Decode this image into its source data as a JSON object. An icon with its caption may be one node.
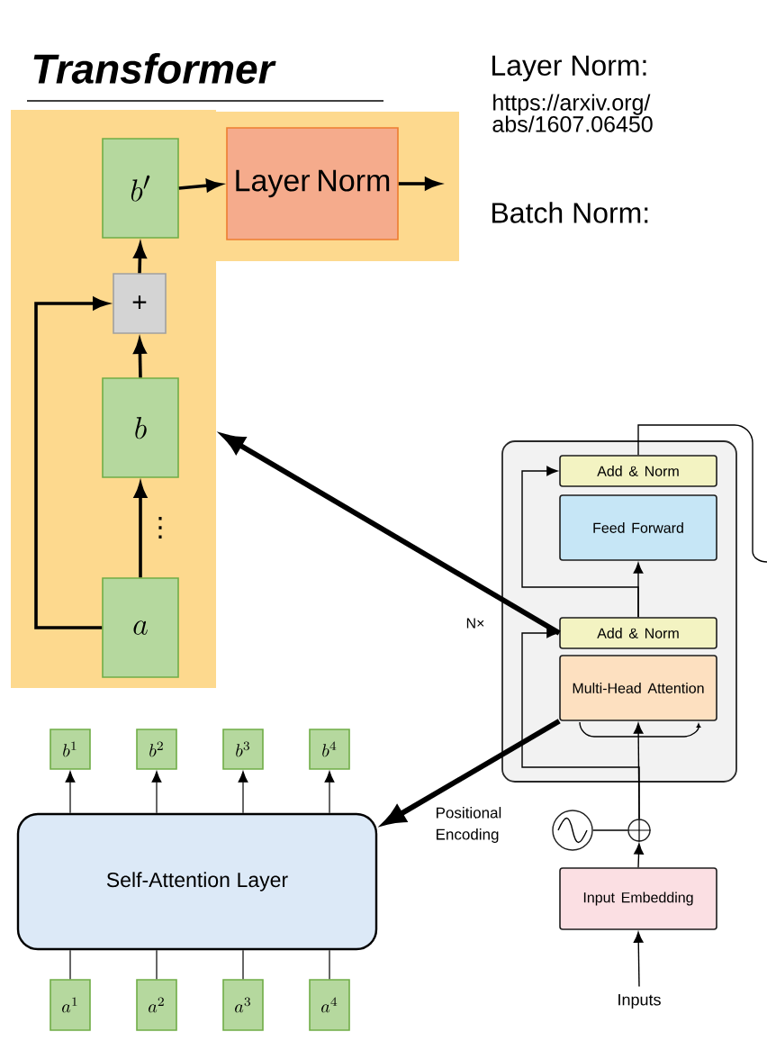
{
  "diagram": {
    "title": "Transformer",
    "nodes": [
      {
        "text": [],
        "shape": "box"
      },
      {
        "text": [
          "b'"
        ],
        "in": 0
      },
      {
        "text": [
          "Layer Norm"
        ]
      },
      {
        "text": [
          "+"
        ],
        "in": 0
      },
      {
        "text": [
          "b"
        ],
        "in": 0
      },
      {
        "text": [
          "a"
        ],
        "in": 0
      },
      {
        "text": [],
        "shape": "box",
        "beside": [
          "N×"
        ]
      },
      {
        "text": [
          "Add & Norm"
        ],
        "in": 6
      },
      {
        "text": [
          "Feed Forward"
        ],
        "in": 6
      },
      {
        "text": [
          "Add & Norm"
        ],
        "in": 6
      },
      {
        "text": [
          "Multi-Head Attention"
        ],
        "in": 6
      },
      {
        "text": [],
        "shape": "circle",
        "beside": [
          "Positional Encoding"
        ]
      },
      {
        "text": [],
        "shape": "circle"
      },
      {
        "text": [
          "Input Embedding"
        ]
      },
      {
        "text": [
          "Inputs"
        ]
      },
      {
        "text": [
          "Self-Attention Layer"
        ]
      },
      {
        "text": [
          "b^{1}"
        ]
      },
      {
        "text": [
          "b^{2}"
        ]
      },
      {
        "text": [
          "b^{3}"
        ]
      },
      {
        "text": [
          "b^{4}"
        ]
      },
      {
        "text": [
          "a^{1}"
        ]
      },
      {
        "text": [
          "a^{2}"
        ]
      },
      {
        "text": [
          "a^{3}"
        ]
      },
      {
        "text": [
          "a^{4}"
        ]
      }
    ],
    "edges": [
      {
        "from": 5,
        "to": 4,
        "arrow": "to"
      },
      {
        "from": 4,
        "to": 3,
        "arrow": "to"
      },
      {
        "from": 3,
        "to": 1,
        "arrow": "to"
      },
      {
        "from": 5,
        "to": 3,
        "arrow": "to"
      },
      {
        "from": 1,
        "to": 2,
        "arrow": "to"
      },
      {
        "from": 2,
        "to": null,
        "arrow": "to"
      },
      {
        "from": 14,
        "to": 13,
        "arrow": "to"
      },
      {
        "from": 13,
        "to": 12,
        "arrow": "to"
      },
      {
        "from": 11,
        "to": 12,
        "arrow": "none"
      },
      {
        "from": 12,
        "to": 10,
        "arrow": "to"
      },
      {
        "from": 12,
        "to": 9,
        "arrow": "to"
      },
      {
        "from": 9,
        "to": 8,
        "arrow": "to"
      },
      {
        "from": 9,
        "to": 7,
        "arrow": "to"
      },
      {
        "from": 7,
        "to": null,
        "arrow": "none"
      },
      {
        "from": 9,
        "to": 0,
        "arrow": "to",
        "style": "thick"
      },
      {
        "from": 10,
        "to": 15,
        "arrow": "to",
        "style": "thick"
      },
      {
        "from": 20,
        "to": 15,
        "arrow": "none"
      },
      {
        "from": 21,
        "to": 15,
        "arrow": "none"
      },
      {
        "from": 22,
        "to": 15,
        "arrow": "none"
      },
      {
        "from": 23,
        "to": 15,
        "arrow": "none"
      },
      {
        "from": 15,
        "to": 16,
        "arrow": "to"
      },
      {
        "from": 15,
        "to": 17,
        "arrow": "to"
      },
      {
        "from": 15,
        "to": 18,
        "arrow": "to"
      },
      {
        "from": 15,
        "to": 19,
        "arrow": "to"
      }
    ],
    "labels": [
      "Layer Norm:",
      "https://arxiv.org/abs/1607.06450",
      "Batch Norm:",
      "⋮"
    ]
  }
}
